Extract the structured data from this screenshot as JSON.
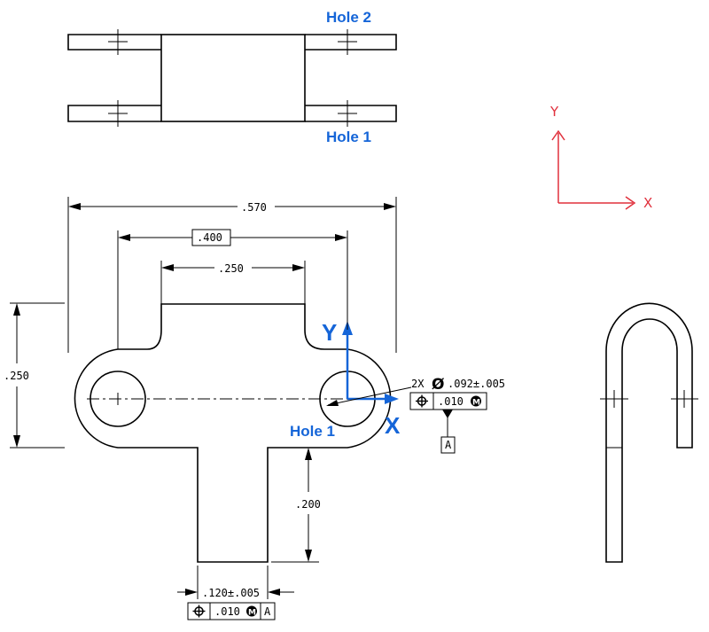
{
  "labels": {
    "hole2_top": "Hole 2",
    "hole1_top": "Hole 1",
    "hole1_front": "Hole 1",
    "axis_y_blue": "Y",
    "axis_x_blue": "X",
    "axis_y_red": "Y",
    "axis_x_red": "X"
  },
  "dimensions": {
    "overall_width": ".570",
    "hole_spacing": ".400",
    "tab_width": ".250",
    "height": ".250",
    "stem_length": ".200",
    "stem_width": ".120±.005"
  },
  "hole_callout": {
    "qty": "2X",
    "diameter_symbol": "Ø",
    "diameter": ".092±.005",
    "tolerance": ".010",
    "datum": "A"
  },
  "stem_callout": {
    "tolerance": ".010",
    "datum": "A"
  },
  "colors": {
    "blue": "#1565d8",
    "red": "#e0303c"
  }
}
